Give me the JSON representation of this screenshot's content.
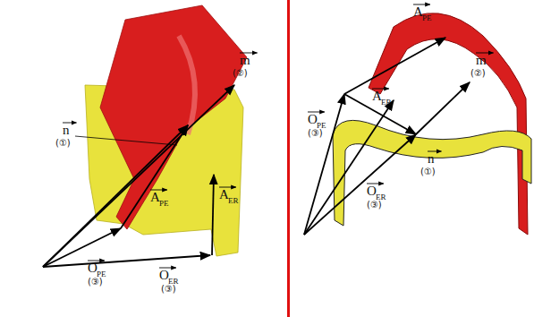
{
  "diagram": {
    "labels": [
      "n",
      "(①)",
      "m",
      "(②)",
      "A",
      "PE",
      "A",
      "ER",
      "O",
      "PE",
      "(③)",
      "O",
      "ER",
      "(③)",
      "A",
      "PE",
      "m",
      "(②)",
      "O",
      "PE",
      "(③)",
      "A",
      "ER",
      "n",
      "(①)",
      "O",
      "ER",
      "(③)"
    ]
  }
}
